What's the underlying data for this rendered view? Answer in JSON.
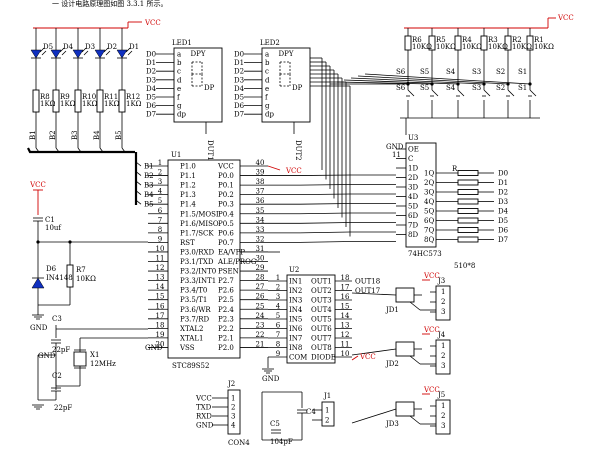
{
  "heading": "一 设计电路原理图如图 3.3.1 所示。",
  "power": {
    "vcc": "VCC",
    "gnd": "GND"
  },
  "leds_single": {
    "diodes": [
      "D5",
      "D4",
      "D3",
      "D2",
      "D1"
    ],
    "resistors": [
      "R8\n1KΩ",
      "R9\n1KΩ",
      "R10\n1KΩ",
      "R11\n1KΩ",
      "R12\n1KΩ"
    ],
    "buses": [
      "B1",
      "B2",
      "B3",
      "B4",
      "B5"
    ]
  },
  "displays": [
    {
      "name": "LED1",
      "dpy": "DPY",
      "dp": "DP",
      "pins": [
        "D0",
        "D1",
        "D2",
        "D3",
        "D4",
        "D5",
        "D6",
        "D7"
      ],
      "segs": [
        "a",
        "b",
        "c",
        "d",
        "e",
        "f",
        "g",
        "dp"
      ],
      "com": "DUT1"
    },
    {
      "name": "LED2",
      "dpy": "DPY",
      "dp": "DP",
      "pins": [
        "D0",
        "D1",
        "D2",
        "D3",
        "D4",
        "D5",
        "D6",
        "D7"
      ],
      "segs": [
        "a",
        "b",
        "c",
        "d",
        "e",
        "f",
        "g",
        "dp"
      ],
      "com": "DUT2"
    }
  ],
  "switches": {
    "resistors": [
      "R6\n10KΩ",
      "R5\n10KΩ",
      "R4\n10KΩ",
      "R3\n10KΩ",
      "R2\n10KΩ",
      "R1\n10KΩ"
    ],
    "top_labels": [
      "S6",
      "S5",
      "S4",
      "S3",
      "S2",
      "S1"
    ],
    "buttons": [
      "S6",
      "S5",
      "S4",
      "S3",
      "S2",
      "S1"
    ]
  },
  "u1": {
    "name": "U1",
    "part": "STC89S52",
    "left_pins": [
      {
        "num": "1",
        "name": "P1.0",
        "net": "B1"
      },
      {
        "num": "2",
        "name": "P1.1",
        "net": "B2"
      },
      {
        "num": "3",
        "name": "P1.2",
        "net": "B3"
      },
      {
        "num": "4",
        "name": "P1.3",
        "net": "B4"
      },
      {
        "num": "5",
        "name": "P1.4",
        "net": "B5"
      },
      {
        "num": "6",
        "name": "P1.5/MOSI",
        "net": ""
      },
      {
        "num": "7",
        "name": "P1.6/MISO",
        "net": ""
      },
      {
        "num": "8",
        "name": "P1.7/SCK",
        "net": ""
      },
      {
        "num": "9",
        "name": "RST",
        "net": ""
      },
      {
        "num": "10",
        "name": "P3.0/RXD",
        "net": ""
      },
      {
        "num": "11",
        "name": "P3.1/TXD",
        "net": ""
      },
      {
        "num": "12",
        "name": "P3.2/INT0",
        "net": ""
      },
      {
        "num": "13",
        "name": "P3.3/INT1",
        "net": ""
      },
      {
        "num": "14",
        "name": "P3.4/T0",
        "net": ""
      },
      {
        "num": "15",
        "name": "P3.5/T1",
        "net": ""
      },
      {
        "num": "16",
        "name": "P3.6/WR",
        "net": ""
      },
      {
        "num": "17",
        "name": "P3.7/RD",
        "net": ""
      },
      {
        "num": "18",
        "name": "XTAL2",
        "net": ""
      },
      {
        "num": "19",
        "name": "XTAL1",
        "net": ""
      },
      {
        "num": "20",
        "name": "VSS",
        "net": "GND"
      }
    ],
    "right_pins": [
      {
        "num": "40",
        "name": "VCC"
      },
      {
        "num": "39",
        "name": "P0.0"
      },
      {
        "num": "38",
        "name": "P0.1"
      },
      {
        "num": "37",
        "name": "P0.2"
      },
      {
        "num": "36",
        "name": "P0.3"
      },
      {
        "num": "35",
        "name": "P0.4"
      },
      {
        "num": "34",
        "name": "P0.5"
      },
      {
        "num": "33",
        "name": "P0.6"
      },
      {
        "num": "32",
        "name": "P0.7"
      },
      {
        "num": "31",
        "name": "EA/VPP"
      },
      {
        "num": "30",
        "name": "ALE/PROG"
      },
      {
        "num": "29",
        "name": "PSEN"
      },
      {
        "num": "28",
        "name": "P2.7"
      },
      {
        "num": "27",
        "name": "P2.6"
      },
      {
        "num": "26",
        "name": "P2.5"
      },
      {
        "num": "25",
        "name": "P2.4"
      },
      {
        "num": "24",
        "name": "P2.3"
      },
      {
        "num": "23",
        "name": "P2.2"
      },
      {
        "num": "22",
        "name": "P2.1"
      },
      {
        "num": "21",
        "name": "P2.0"
      }
    ]
  },
  "reset": {
    "c1": "C1",
    "c1_val": "10uf",
    "d6": "D6",
    "d6_val": "IN4148",
    "r7": "R7",
    "r7_val": "10KΩ"
  },
  "osc": {
    "c3": "C3",
    "c3_val": "22pF",
    "c2": "C2",
    "c2_val": "22pF",
    "x1": "X1",
    "x1_val": "12MHz"
  },
  "u3": {
    "name": "U3",
    "part": "74HC573",
    "top_pins": [
      {
        "name": "GND"
      },
      {
        "num": "11"
      }
    ],
    "left_pins": [
      "OE",
      "C",
      "1D",
      "2D",
      "3D",
      "4D",
      "5D",
      "6D",
      "7D",
      "8D"
    ],
    "right_pins": [
      "1Q",
      "2Q",
      "3Q",
      "4Q",
      "5Q",
      "6Q",
      "7Q",
      "8Q"
    ],
    "r_label": "R",
    "r_value": "510*8",
    "outputs": [
      "D0",
      "D1",
      "D2",
      "D3",
      "D4",
      "D5",
      "D6",
      "D7"
    ]
  },
  "u2": {
    "name": "U2",
    "in_pins": [
      {
        "num": "1",
        "name": "IN1"
      },
      {
        "num": "2",
        "name": "IN2"
      },
      {
        "num": "3",
        "name": "IN3"
      },
      {
        "num": "4",
        "name": "IN4"
      },
      {
        "num": "5",
        "name": "IN5"
      },
      {
        "num": "6",
        "name": "IN6"
      },
      {
        "num": "7",
        "name": "IN7"
      },
      {
        "num": "8",
        "name": "IN8"
      },
      {
        "num": "9",
        "name": "COM"
      }
    ],
    "out_pins": [
      {
        "num": "18",
        "name": "OUT1",
        "net": "OUT18"
      },
      {
        "num": "17",
        "name": "OUT2",
        "net": "OUT17"
      },
      {
        "num": "16",
        "name": "OUT3",
        "net": ""
      },
      {
        "num": "15",
        "name": "OUT4",
        "net": ""
      },
      {
        "num": "14",
        "name": "OUT5",
        "net": ""
      },
      {
        "num": "13",
        "name": "OUT6",
        "net": ""
      },
      {
        "num": "12",
        "name": "OUT7",
        "net": ""
      },
      {
        "num": "11",
        "name": "OUT8",
        "net": ""
      },
      {
        "num": "10",
        "name": "DIODE",
        "net": "VCC"
      }
    ]
  },
  "relays": [
    {
      "name": "JD1",
      "conn": "J3",
      "pins": [
        "1",
        "2",
        "3"
      ]
    },
    {
      "name": "JD2",
      "conn": "J4",
      "pins": [
        "1",
        "2",
        "3"
      ]
    },
    {
      "name": "JD3",
      "conn": "J5",
      "pins": [
        "1",
        "2",
        "3"
      ]
    }
  ],
  "j2": {
    "name": "J2",
    "part": "CON4",
    "nets": [
      "VCC",
      "TXD",
      "RXD",
      "GND"
    ],
    "pins": [
      "1",
      "2",
      "3",
      "4"
    ]
  },
  "j1": {
    "name": "J1",
    "pins": [
      "1",
      "2"
    ]
  },
  "power_caps": {
    "c4": "C4",
    "c5": "C5",
    "c5_val": "104pF"
  }
}
